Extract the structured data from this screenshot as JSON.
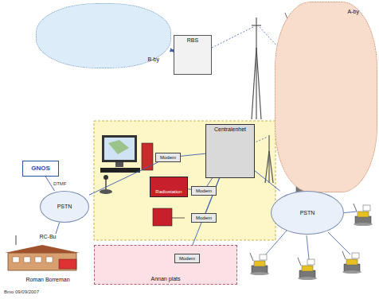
{
  "diagram": {
    "nodes": [
      {
        "text": [
          "B-by"
        ]
      },
      {
        "text": [
          "A-by"
        ]
      },
      {
        "text": [
          "RBS"
        ]
      },
      {
        "text": [
          "GNOS"
        ]
      },
      {
        "text": [
          "PSTN"
        ]
      },
      {
        "text": [
          "Modem"
        ]
      },
      {
        "text": [
          "Centralenhet"
        ]
      },
      {
        "text": [
          "Radiostation"
        ]
      },
      {
        "text": [
          "Modem"
        ]
      },
      {
        "text": [
          "Modem"
        ]
      },
      {
        "text": [
          "RC-Bu",
          "Roman Borreman"
        ]
      },
      {
        "text": [
          "Annan plats"
        ]
      },
      {
        "text": [
          "Modem"
        ],
        "in": 11
      },
      {
        "text": [
          "PSTN"
        ]
      }
    ],
    "edges": [
      {
        "from": 3,
        "to": 4,
        "label": "DTMF",
        "arrow": "none"
      },
      {
        "from": 4,
        "to": 5,
        "arrow": "none"
      },
      {
        "from": 5,
        "to": 6,
        "arrow": "none"
      },
      {
        "from": 7,
        "to": 8,
        "arrow": "none"
      },
      {
        "from": 8,
        "to": 6,
        "arrow": "none"
      },
      {
        "from": 9,
        "to": 6,
        "arrow": "none"
      },
      {
        "from": 12,
        "to": 6,
        "arrow": "none"
      },
      {
        "from": 6,
        "to": 13,
        "arrow": "none"
      },
      {
        "from": 10,
        "to": 4,
        "arrow": "none"
      },
      {
        "from": 0,
        "to": 2,
        "arrow": "both"
      }
    ],
    "labels": [
      "Bmo 09/09/2007"
    ]
  }
}
